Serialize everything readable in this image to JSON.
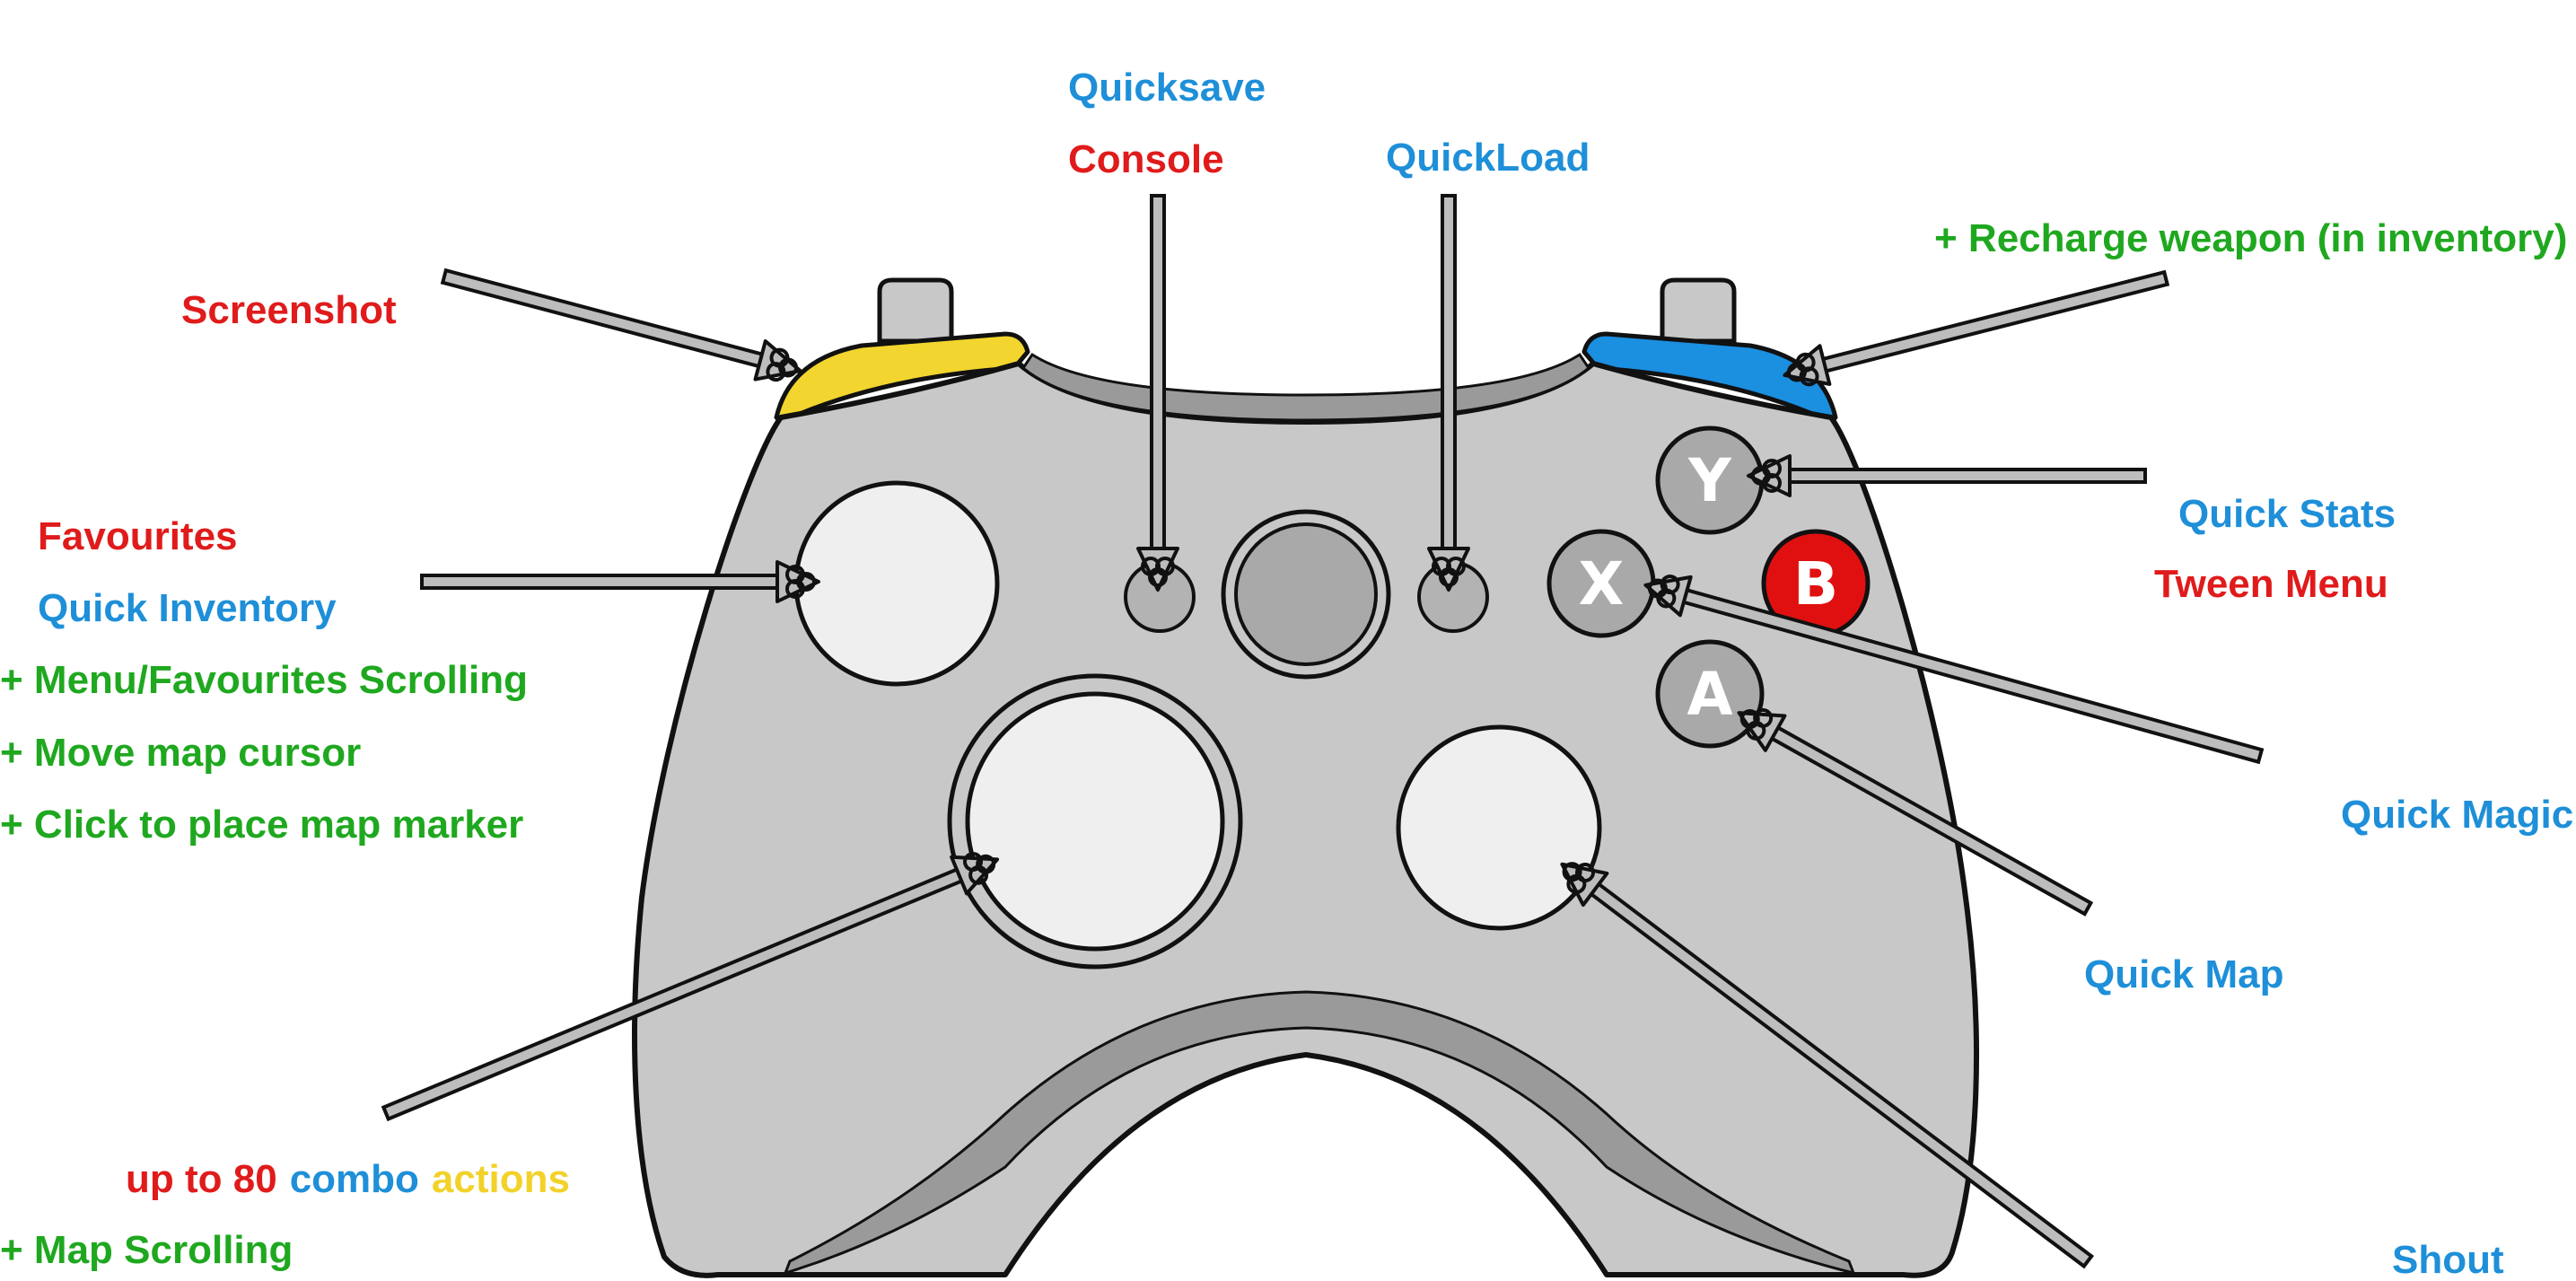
{
  "colors": {
    "red": "#e01b1b",
    "blue": "#1e8fd8",
    "green": "#1fa81f",
    "yellow": "#f2d22a",
    "body": "#c8c8c8",
    "body_dark": "#9a9a9a",
    "stick": "#efefef",
    "outline": "#111111",
    "b_button": "#e01010",
    "lb_color": "#f2d52e",
    "rb_color": "#1b8fe0"
  },
  "icons": {
    "pointer": "triskelion-arrow-icon"
  },
  "controller": {
    "buttons": {
      "y": "Y",
      "x": "X",
      "b": "B",
      "a": "A"
    }
  },
  "labels": {
    "quicksave": "Quicksave",
    "console": "Console",
    "quickload": "QuickLoad",
    "recharge": "+ Recharge weapon (in inventory)",
    "screenshot": "Screenshot",
    "favourites": "Favourites",
    "quick_inventory": "Quick Inventory",
    "menu_scrolling": "+ Menu/Favourites Scrolling",
    "move_map_cursor": "+ Move map cursor",
    "place_marker": "+ Click to place map marker",
    "quick_stats": "Quick Stats",
    "tween_menu": "Tween Menu",
    "quick_magic": "Quick Magic",
    "quick_map": "Quick Map",
    "combo_up_to": "up to 80",
    "combo_word": "combo",
    "combo_actions": "actions",
    "map_scrolling": "+ Map Scrolling",
    "shout": "Shout"
  }
}
